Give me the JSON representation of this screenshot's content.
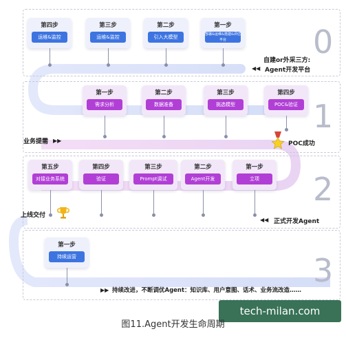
{
  "stages": [
    {
      "number": "0",
      "end_note": "自建or外采三方:",
      "end_note2": "Agent开发平台"
    },
    {
      "number": "1",
      "start_note": "业务提需",
      "end_note": "POC成功"
    },
    {
      "number": "2",
      "start_note": "上线交付",
      "end_note": "正式开发Agent"
    },
    {
      "number": "3",
      "end_note": "持续改进，不断调优Agent：知识库、用户意图、话术、业务流改造……"
    }
  ],
  "row0": [
    {
      "step": "第四步",
      "action": "运维&监控"
    },
    {
      "step": "第三步",
      "action": "运维&监控"
    },
    {
      "step": "第二步",
      "action": "引入大模型"
    },
    {
      "step": "第一步",
      "action": "部署&运维&搭建&评估平台"
    }
  ],
  "row1": [
    {
      "step": "第一步",
      "action": "需求分析"
    },
    {
      "step": "第二步",
      "action": "数据准备"
    },
    {
      "step": "第三步",
      "action": "挑选模型"
    },
    {
      "step": "第四步",
      "action": "POC&验证"
    }
  ],
  "row2": [
    {
      "step": "第五步",
      "action": "对接业务系统"
    },
    {
      "step": "第四步",
      "action": "验证"
    },
    {
      "step": "第三步",
      "action": "Prompt调试"
    },
    {
      "step": "第二步",
      "action": "Agent开发"
    },
    {
      "step": "第一步",
      "action": "立项"
    }
  ],
  "row3": [
    {
      "step": "第一步",
      "action": "持续运营"
    }
  ],
  "watermark": "tech-milan.com",
  "caption": "图11.Agent开发生命周期",
  "colors": {
    "blue": "#3d74e0",
    "purple": "#b13fd6",
    "road_light": "#dfe5f8",
    "road_pink": "#f1d9f4"
  },
  "icons": {
    "trophy": "trophy-icon",
    "medal": "medal-star-icon",
    "arrows": "double-arrow-icon"
  }
}
